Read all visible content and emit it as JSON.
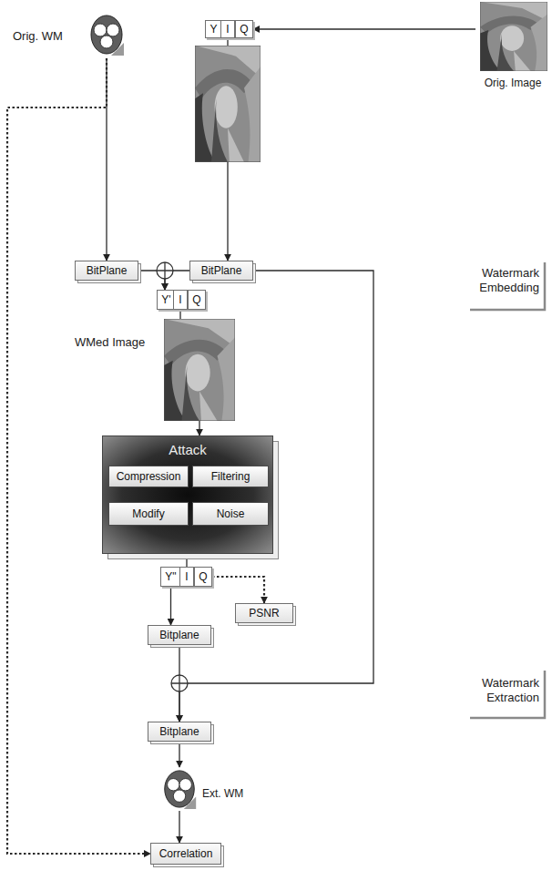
{
  "diagram": {
    "nodes": [
      {
        "text": [
          "Orig. WM"
        ]
      },
      {
        "text": [
          "Y"
        ]
      },
      {
        "text": [
          "I"
        ]
      },
      {
        "text": [
          "Q"
        ]
      },
      {
        "text": [
          "Orig. Image"
        ]
      },
      {
        "text": [
          "BitPlane"
        ]
      },
      {
        "text": [
          "BitPlane"
        ]
      },
      {
        "text": [
          "Y'"
        ]
      },
      {
        "text": [
          "I"
        ]
      },
      {
        "text": [
          "Q"
        ]
      },
      {
        "text": [
          "WMed Image"
        ]
      },
      {
        "text": [
          "Attack"
        ]
      },
      {
        "text": [
          "Compression"
        ],
        "in": 11
      },
      {
        "text": [
          "Filtering"
        ],
        "in": 11
      },
      {
        "text": [
          "Modify"
        ],
        "in": 11
      },
      {
        "text": [
          "Noise"
        ],
        "in": 11
      },
      {
        "text": [
          "Y\""
        ]
      },
      {
        "text": [
          "I"
        ]
      },
      {
        "text": [
          "Q"
        ]
      },
      {
        "text": [
          "PSNR"
        ]
      },
      {
        "text": [
          "Bitplane"
        ]
      },
      {
        "text": [
          "Bitplane"
        ]
      },
      {
        "text": [
          "Ext. WM"
        ]
      },
      {
        "text": [
          "Correlation"
        ]
      }
    ],
    "edges": [
      {
        "from": 0,
        "to": 5,
        "arrow": "to"
      },
      {
        "from": 0,
        "to": 23,
        "arrow": "to"
      },
      {
        "from": 4,
        "to": 3,
        "arrow": "to"
      },
      {
        "from": 2,
        "to": 6,
        "arrow": "to"
      },
      {
        "from": 5,
        "to": 7,
        "arrow": "to"
      },
      {
        "from": 6,
        "to": 7,
        "arrow": "to"
      },
      {
        "from": 8,
        "to": 10,
        "arrow": "none"
      },
      {
        "from": 10,
        "to": 11,
        "arrow": "to"
      },
      {
        "from": 11,
        "to": 17,
        "arrow": "none"
      },
      {
        "from": 16,
        "to": 20,
        "arrow": "to"
      },
      {
        "from": 18,
        "to": 19,
        "arrow": "to"
      },
      {
        "from": 20,
        "to": 21,
        "arrow": "to"
      },
      {
        "from": 6,
        "to": 21,
        "arrow": "to"
      },
      {
        "from": 21,
        "to": 22,
        "arrow": "to"
      },
      {
        "from": 22,
        "to": 23,
        "arrow": "to"
      }
    ],
    "labels": [
      "Watermark Embedding",
      "Watermark Extraction"
    ]
  }
}
